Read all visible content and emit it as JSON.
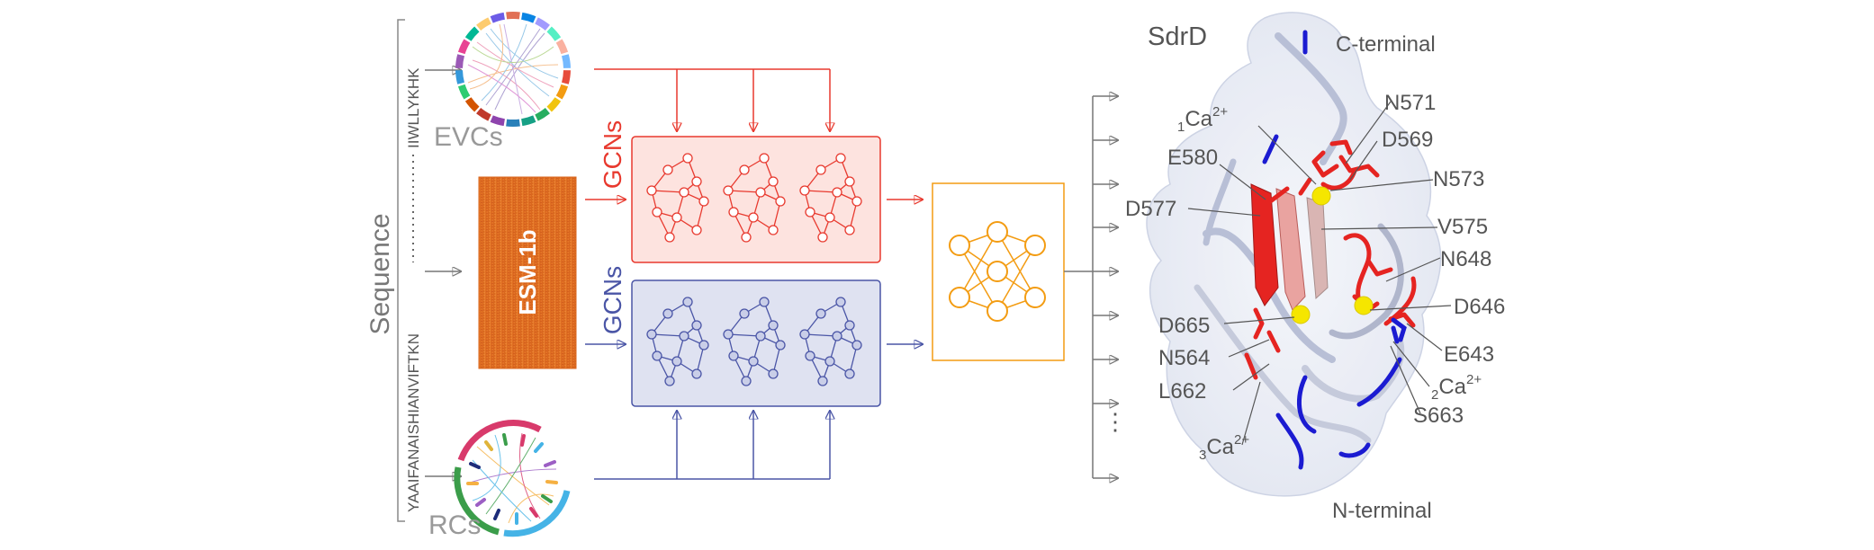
{
  "input": {
    "sequence_title": "Sequence",
    "sequence_segments": [
      "YAAIFANAISHIANVIFTKN",
      "IIWLLYKHK"
    ]
  },
  "features": {
    "evc_label": "EVCs",
    "esm_label": "ESM-1b",
    "rc_label": "RCs"
  },
  "gcn": {
    "red_label": "GCNs",
    "blue_label": "GCNs"
  },
  "protein": {
    "title": "SdrD",
    "c_terminal": "C-terminal",
    "n_terminal": "N-terminal",
    "residues": [
      {
        "name": "N571"
      },
      {
        "name": "D569"
      },
      {
        "name": "E580"
      },
      {
        "name": "N573"
      },
      {
        "name": "D577"
      },
      {
        "name": "V575"
      },
      {
        "name": "N648"
      },
      {
        "name": "D646"
      },
      {
        "name": "D665"
      },
      {
        "name": "E643"
      },
      {
        "name": "N564"
      },
      {
        "name": "L662"
      },
      {
        "name": "S663"
      }
    ],
    "calcium": [
      {
        "prefix": "1",
        "ion": "Ca",
        "charge": "2+"
      },
      {
        "prefix": "2",
        "ion": "Ca",
        "charge": "2+"
      },
      {
        "prefix": "3",
        "ion": "Ca",
        "charge": "2+"
      }
    ]
  },
  "output": {
    "ellipsis": "⋮"
  },
  "colors": {
    "red": "#e8392e",
    "red_fill": "#fde3df",
    "blue": "#4a55a6",
    "blue_fill": "#dfe2f1",
    "orange": "#f39c12",
    "gray": "#9b9b9b",
    "dark": "#444444",
    "calcium": "#f5e600",
    "strand_red": "#e52421",
    "strand_blue": "#1b1bd1"
  }
}
